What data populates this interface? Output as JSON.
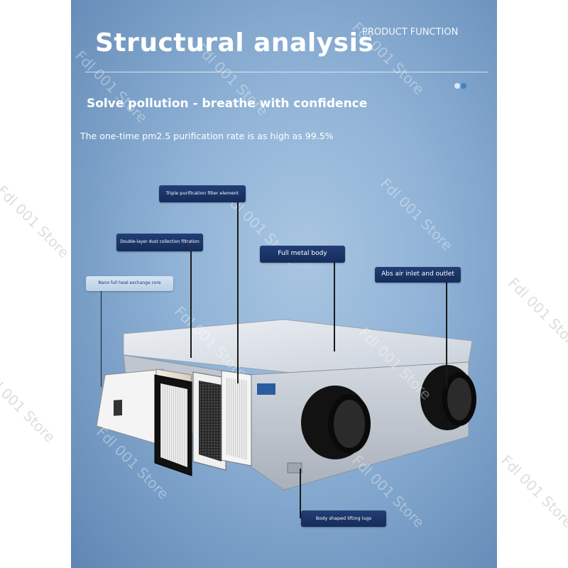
{
  "header": {
    "title": "Structural analysis",
    "subtitle_en": "PRODUCT FUNCTION"
  },
  "headline": "Solve pollution - breathe with confidence",
  "tagline": "The one-time pm2.5 purification rate is as high as 99.5%",
  "labels": {
    "triple_filter": "Triple purification filter element",
    "double_layer": "Double-layer dust collection filtration",
    "full_metal": "Full metal body",
    "abs_air": "Abs air inlet and outlet",
    "nano_core": "Nano full heat exchange core",
    "lifting_lugs": "Body shaped lifting lugs"
  },
  "watermark": "Fdl 001 Store",
  "colors": {
    "label_bg": "#1b3566",
    "panel_bg": "#8fb2d6",
    "text": "#ffffff"
  }
}
